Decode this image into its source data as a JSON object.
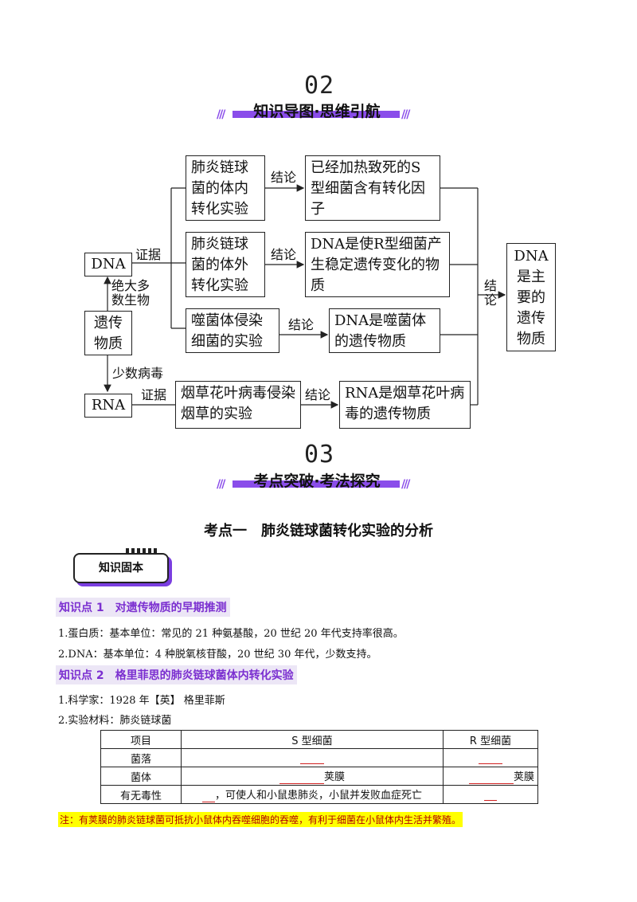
{
  "section2": {
    "num": "02",
    "title": "知识导图·思维引航"
  },
  "section3": {
    "num": "03",
    "title": "考点突破·考法探究"
  },
  "mindmap": {
    "dna": "DNA",
    "yichuan": "遗传物质",
    "rna": "RNA",
    "juedaduo": "绝大多数生物",
    "shaoshu": "少数病毒",
    "zhengju1": "证据",
    "zhengju2": "证据",
    "exp1": "肺炎链球菌的体内转化实验",
    "exp2": "肺炎链球菌的体外转化实验",
    "exp3": "噬菌体侵染细菌的实验",
    "exp4": "烟草花叶病毒侵染烟草的实验",
    "jielun": "结论",
    "res1": "已经加热致死的S型细菌含有转化因子",
    "res2": "DNA是使R型细菌产生稳定遗传变化的物质",
    "res3": "DNA是噬菌体的遗传物质",
    "res4": "RNA是烟草花叶病毒的遗传物质",
    "final_label": "结论",
    "final": "DNA是主要的遗传物质"
  },
  "heading": "考点一　肺炎链球菌转化实验的分析",
  "badge": "知识固本",
  "kp1": "知识点 1　对遗传物质的早期推测",
  "p1": "1.蛋白质：基本单位：常见的 21 种氨基酸，20 世纪 20 年代支持率很高。",
  "p2": "2.DNA：基本单位：4 种脱氧核苷酸，20 世纪 30 年代，少数支持。",
  "kp2": "知识点 2　格里菲思的肺炎链球菌体内转化实验",
  "p3": "1.科学家：1928 年【英】 格里菲斯",
  "p4": "2.实验材料：肺炎链球菌",
  "table": {
    "headers": [
      "项目",
      "S 型细菌",
      "R 型细菌"
    ],
    "rows": [
      [
        "菌落",
        "",
        ""
      ],
      [
        "菌体",
        "荚膜",
        "荚膜"
      ],
      [
        "有无毒性",
        "，可使人和小鼠患肺炎，小鼠并发败血症死亡",
        ""
      ]
    ]
  },
  "note": "注：有荚膜的肺炎链球菌可抵抗小鼠体内吞噬细胞的吞噬，有利于细菌在小鼠体内生活并繁殖。",
  "colors": {
    "accent": "#8a4dea",
    "kp_text": "#7b2fd0",
    "blank": "#d02020",
    "highlight": "#ffff00"
  }
}
